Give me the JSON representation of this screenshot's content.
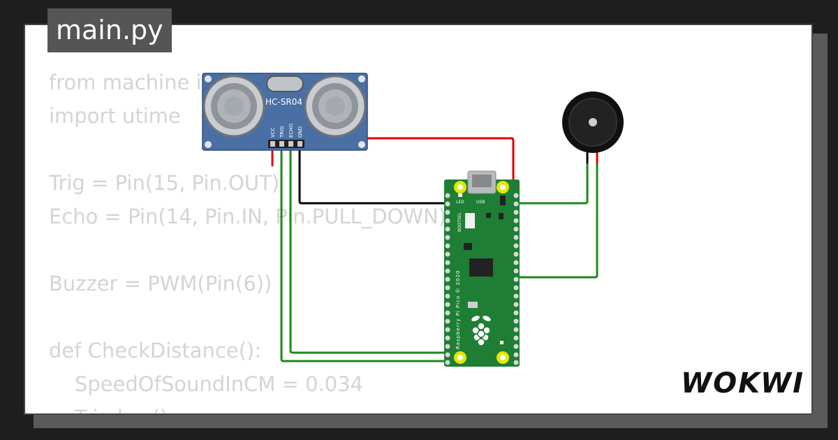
{
  "tab": {
    "filename": "main.py"
  },
  "code_lines": [
    "from machine import Pin, PWM",
    "import utime",
    "",
    "Trig = Pin(15, Pin.OUT)",
    "Echo = Pin(14, Pin.IN, Pin.PULL_DOWN)",
    "",
    "Buzzer = PWM(Pin(6))",
    "",
    "def CheckDistance():",
    "    SpeedOfSoundInCM = 0.034",
    "    Trig.low()"
  ],
  "sensor": {
    "model": "HC-SR04",
    "pins": [
      "VCC",
      "TRIG",
      "ECHO",
      "GND"
    ]
  },
  "board": {
    "led_label": "LED",
    "usb_label": "USB",
    "bootsel_label": "BOOTSEL",
    "silk_text": "Raspberry Pi Pico © 2020"
  },
  "brand": {
    "logo": "WOKWI"
  },
  "colors": {
    "background": "#1e1e1e",
    "card": "#ffffff",
    "code_text": "#d4d4d4",
    "sensor_board": "#4a6fa5",
    "pico_board": "#1e7e34",
    "wire_red": "#e00000",
    "wire_black": "#000000",
    "wire_green": "#1a8a1a"
  }
}
